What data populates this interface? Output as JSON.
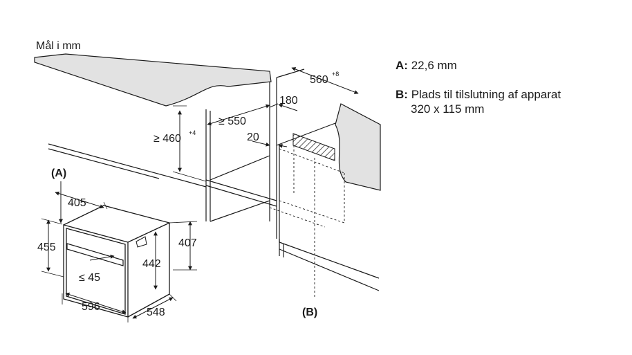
{
  "unit_note": "Mål i mm",
  "legend": {
    "a_key": "A:",
    "a_text": "22,6 mm",
    "b_key": "B:",
    "b_line1": "Plads til tilslutning af apparat",
    "b_line2": "320 x 115 mm"
  },
  "dimensions": {
    "niche_depth": "560",
    "niche_depth_tol": "+8",
    "niche_height": "≥ 460",
    "niche_height_tol": "+4",
    "inner_depth": "≥ 550",
    "back_gap": "180",
    "side_gap": "20",
    "appliance_front_depth": "405",
    "appliance_height": "455",
    "inner_height": "442",
    "body_height": "407",
    "handle_offset": "≤ 45",
    "appliance_width": "596",
    "appliance_depth": "548"
  },
  "callouts": {
    "a": "(A)",
    "b": "(B)"
  },
  "colors": {
    "line": "#1a1a1a",
    "countertop": "#e2e2e2",
    "hatch": "#555555"
  }
}
